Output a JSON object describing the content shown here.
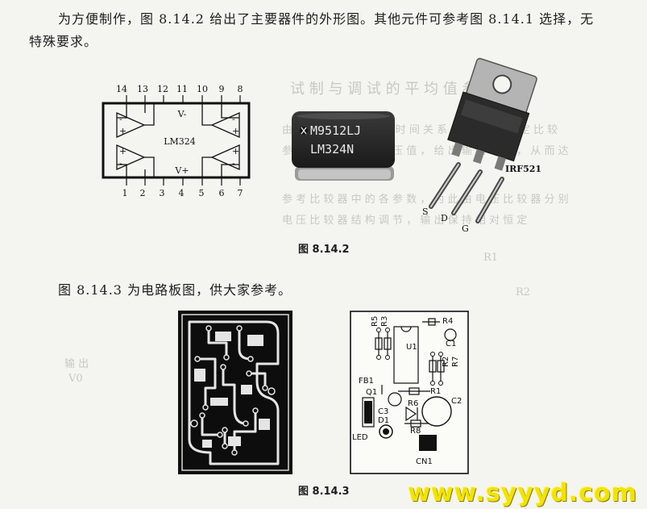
{
  "body_text": {
    "para1_line1": "为方便制作，图 8.14.2 给出了主要器件的外形图。其他元件可参考图 8.14.1 选择，无",
    "para1_line2": "特殊要求。",
    "para2": "图 8.14.3 为电路板图，供大家参考。"
  },
  "figure_8_14_2": {
    "caption": "图 8.14.2",
    "lm324_diagram": {
      "label": "LM324",
      "top_pins": [
        "14",
        "13",
        "12",
        "11",
        "10",
        "9",
        "8"
      ],
      "bottom_pins": [
        "1",
        "2",
        "3",
        "4",
        "5",
        "6",
        "7"
      ],
      "vminus": "V-",
      "vplus": "V+"
    },
    "ic_chip": {
      "line1": "M9512LJ",
      "line2": "LM324N"
    },
    "mosfet": {
      "part": "IRF521",
      "pin_s": "S",
      "pin_d": "D",
      "pin_g": "G"
    }
  },
  "figure_8_14_3": {
    "caption": "图 8.14.3",
    "silkscreen_labels": [
      "R5",
      "R3",
      "R4",
      "U1",
      "C1",
      "R2",
      "R7",
      "FB1",
      "Q1",
      "R6",
      "R1",
      "C2",
      "C3",
      "D1",
      "R8",
      "LED",
      "CN1"
    ]
  },
  "watermark": "www.syyyd.com"
}
